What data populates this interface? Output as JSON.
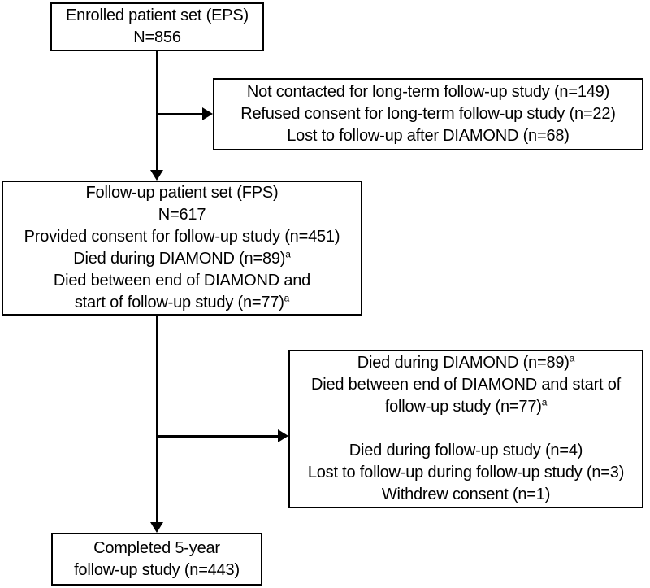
{
  "figure": {
    "type": "patient-flow-diagram",
    "colors": {
      "border": "#000000",
      "background": "#ffffff",
      "text": "#000000"
    },
    "boxes": [
      {
        "id": "enrolled-patient-set",
        "lines": [
          {
            "text": "Enrolled patient set (EPS)"
          },
          {
            "text": "N=856"
          }
        ]
      },
      {
        "id": "excluded-before-followup",
        "lines": [
          {
            "text": "Not contacted for long-term follow-up study (n=149)"
          },
          {
            "text": "Refused consent for long-term follow-up study (n=22)"
          },
          {
            "text": "Lost to follow-up after DIAMOND (n=68)"
          }
        ]
      },
      {
        "id": "followup-patient-set",
        "lines": [
          {
            "text": "Follow-up patient set (FPS)"
          },
          {
            "text": "N=617"
          },
          {
            "text": "Provided consent for follow-up study (n=451)"
          },
          {
            "text": "Died during DIAMOND (n=89)",
            "sup": "a"
          },
          {
            "text": "Died between end of DIAMOND and"
          },
          {
            "text": "start of follow-up study (n=77)",
            "sup": "a"
          }
        ]
      },
      {
        "id": "excluded-during-followup",
        "lines": [
          {
            "text": "Died during DIAMOND (n=89)",
            "sup": "a"
          },
          {
            "text": "Died between end of DIAMOND and start of"
          },
          {
            "text": "follow-up study (n=77)",
            "sup": "a"
          },
          {
            "text": ""
          },
          {
            "text": "Died during follow-up study (n=4)"
          },
          {
            "text": "Lost to follow-up during follow-up study (n=3)"
          },
          {
            "text": "Withdrew consent (n=1)"
          }
        ]
      },
      {
        "id": "completed-followup",
        "lines": [
          {
            "text": "Completed 5-year"
          },
          {
            "text": "follow-up study (n=443)"
          }
        ]
      }
    ]
  }
}
